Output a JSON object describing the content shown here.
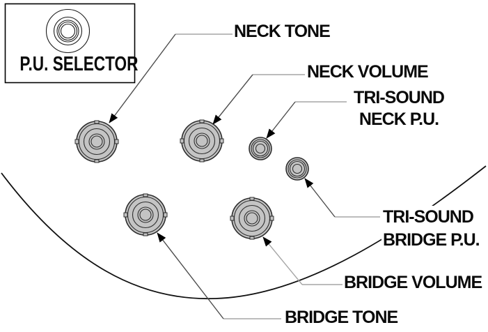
{
  "diagram": {
    "selector_inset": {
      "label": "P.U. SELECTOR",
      "icon": "rotary-selector-switch-icon"
    },
    "callouts": [
      {
        "id": "neck-tone",
        "lines": [
          "NECK TONE"
        ],
        "target": "neck-tone-knob"
      },
      {
        "id": "neck-volume",
        "lines": [
          "NECK VOLUME"
        ],
        "target": "neck-volume-knob"
      },
      {
        "id": "tri-sound-neck-pu",
        "lines": [
          "TRI-SOUND",
          "NECK P.U."
        ],
        "target": "tri-sound-neck-switch"
      },
      {
        "id": "tri-sound-bridge-pu",
        "lines": [
          "TRI-SOUND",
          "BRIDGE P.U."
        ],
        "target": "tri-sound-bridge-switch"
      },
      {
        "id": "bridge-volume",
        "lines": [
          "BRIDGE VOLUME"
        ],
        "target": "bridge-volume-knob"
      },
      {
        "id": "bridge-tone",
        "lines": [
          "BRIDGE TONE"
        ],
        "target": "bridge-tone-knob"
      }
    ],
    "knobs": [
      {
        "id": "neck-tone-knob",
        "size": "large"
      },
      {
        "id": "neck-volume-knob",
        "size": "large"
      },
      {
        "id": "tri-sound-neck-switch",
        "size": "small"
      },
      {
        "id": "tri-sound-bridge-switch",
        "size": "small"
      },
      {
        "id": "bridge-tone-knob",
        "size": "large"
      },
      {
        "id": "bridge-volume-knob",
        "size": "large"
      }
    ],
    "colors": {
      "knob_fill": "#c4c4c4",
      "line_dark": "#2d2d2d",
      "leader_gray": "#a6a6a6",
      "leader_dark": "#4d4d4d"
    }
  }
}
